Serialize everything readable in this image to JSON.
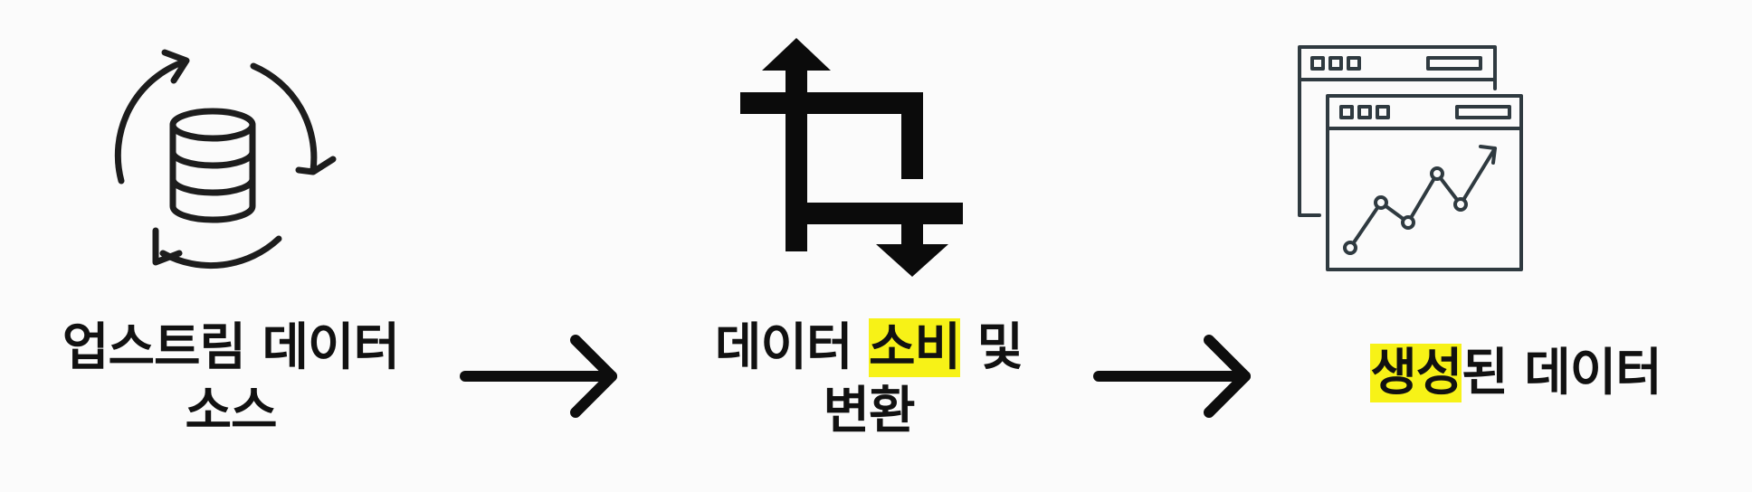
{
  "diagram": {
    "nodes": [
      {
        "icon": "database-sync-icon",
        "label_lines": [
          "업스트림 데이터",
          "소스"
        ]
      },
      {
        "icon": "transform-arrows-icon",
        "label_line1_before": "데이터 ",
        "label_line1_highlight": "소비",
        "label_line1_after": " 및",
        "label_line2": "변환"
      },
      {
        "icon": "dashboard-windows-icon",
        "label_highlight": "생성",
        "label_after": "된 데이터"
      }
    ],
    "connector_icon": "right-arrow-icon",
    "highlight_color": "#f7f217"
  }
}
